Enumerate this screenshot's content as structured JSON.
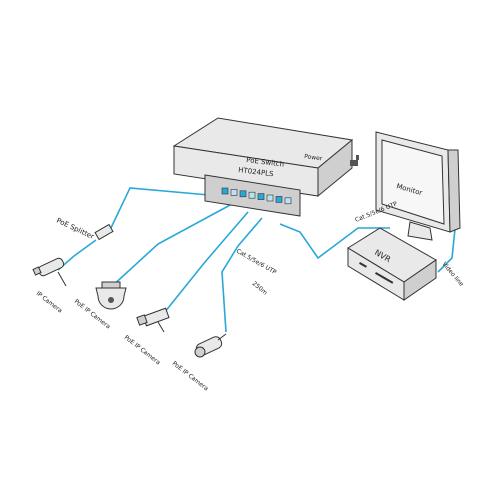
{
  "colors": {
    "cable": "#29a8d8",
    "power_cable": "#d9343a",
    "outline": "#333333",
    "device_fill": "#e9e9e9"
  },
  "switch": {
    "line1": "PoE Switch",
    "line2": "HT024PLS",
    "power_label": "Power"
  },
  "monitor": {
    "label": "Monitor"
  },
  "nvr": {
    "label": "NVR"
  },
  "cables": {
    "nvr_link": "Cat.5/5e/6 UTP",
    "camera_link": "Cat.5/5e/6 UTP",
    "distance": "250m",
    "video_line": "Video line"
  },
  "splitter": {
    "label": "PoE Splitter"
  },
  "cameras": [
    {
      "label": "IP Camera",
      "icon": "bullet-camera-icon"
    },
    {
      "label": "PoE IP Camera",
      "icon": "dome-camera-icon"
    },
    {
      "label": "PoE IP Camera",
      "icon": "box-camera-icon"
    },
    {
      "label": "PoE IP Camera",
      "icon": "bullet-camera-icon"
    }
  ]
}
